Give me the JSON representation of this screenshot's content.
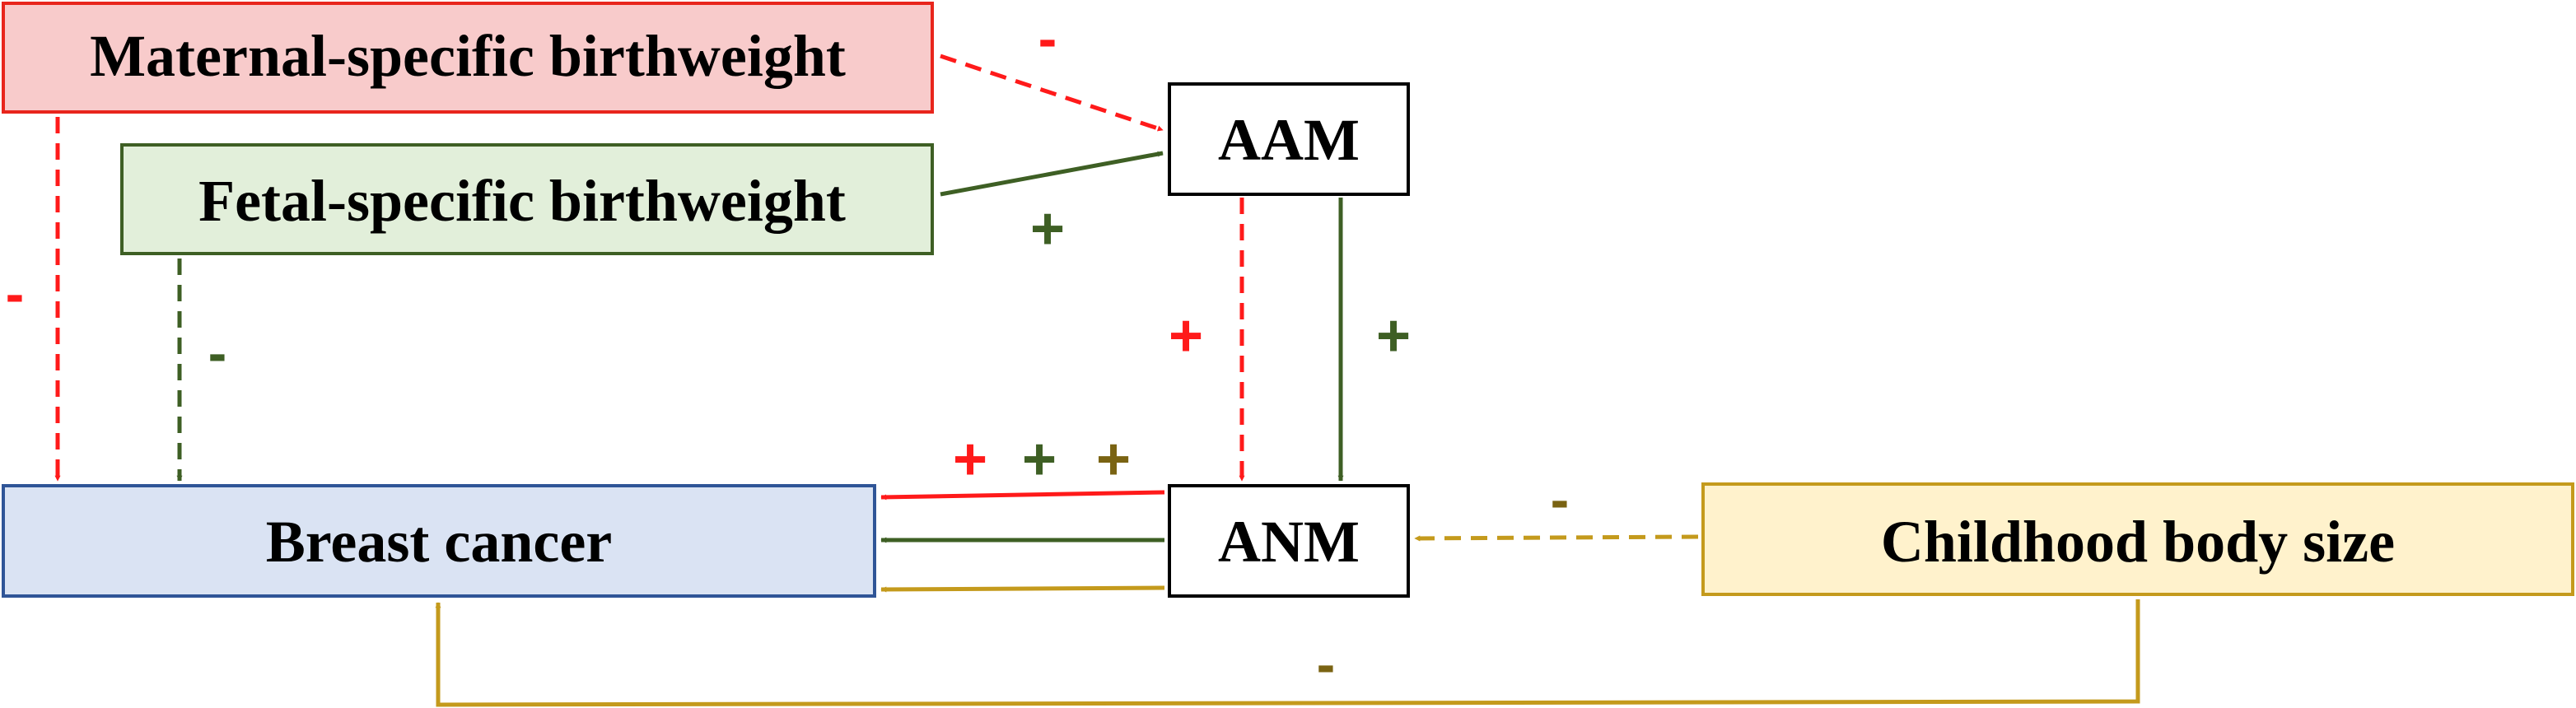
{
  "nodes": {
    "maternal": {
      "label": "Maternal-specific birthweight",
      "fill": "#f8cbcb",
      "stroke": "#e8251c"
    },
    "fetal": {
      "label": "Fetal-specific birthweight",
      "fill": "#e2efda",
      "stroke": "#3e5f24"
    },
    "aam": {
      "label": "AAM",
      "fill": "#ffffff",
      "stroke": "#000000"
    },
    "anm": {
      "label": "ANM",
      "fill": "#ffffff",
      "stroke": "#000000"
    },
    "breast": {
      "label": "Breast cancer",
      "fill": "#dae3f3",
      "stroke": "#2f5597"
    },
    "childhood": {
      "label": "Childhood body size",
      "fill": "#fff2cc",
      "stroke": "#c49a1c"
    }
  },
  "signs": {
    "maternal_to_aam": "-",
    "maternal_to_breast": "-",
    "fetal_to_aam": "+",
    "fetal_to_breast": "-",
    "aam_to_anm_red": "+",
    "aam_to_anm_green": "+",
    "anm_to_breast_red": "+",
    "anm_to_breast_green": "+",
    "anm_to_breast_gold": "+",
    "childhood_to_anm": "-",
    "childhood_to_breast": "-"
  },
  "colors": {
    "red": "#ff1a1a",
    "green": "#3e5f24",
    "gold": "#c49a1c",
    "olive": "#7a6312"
  }
}
